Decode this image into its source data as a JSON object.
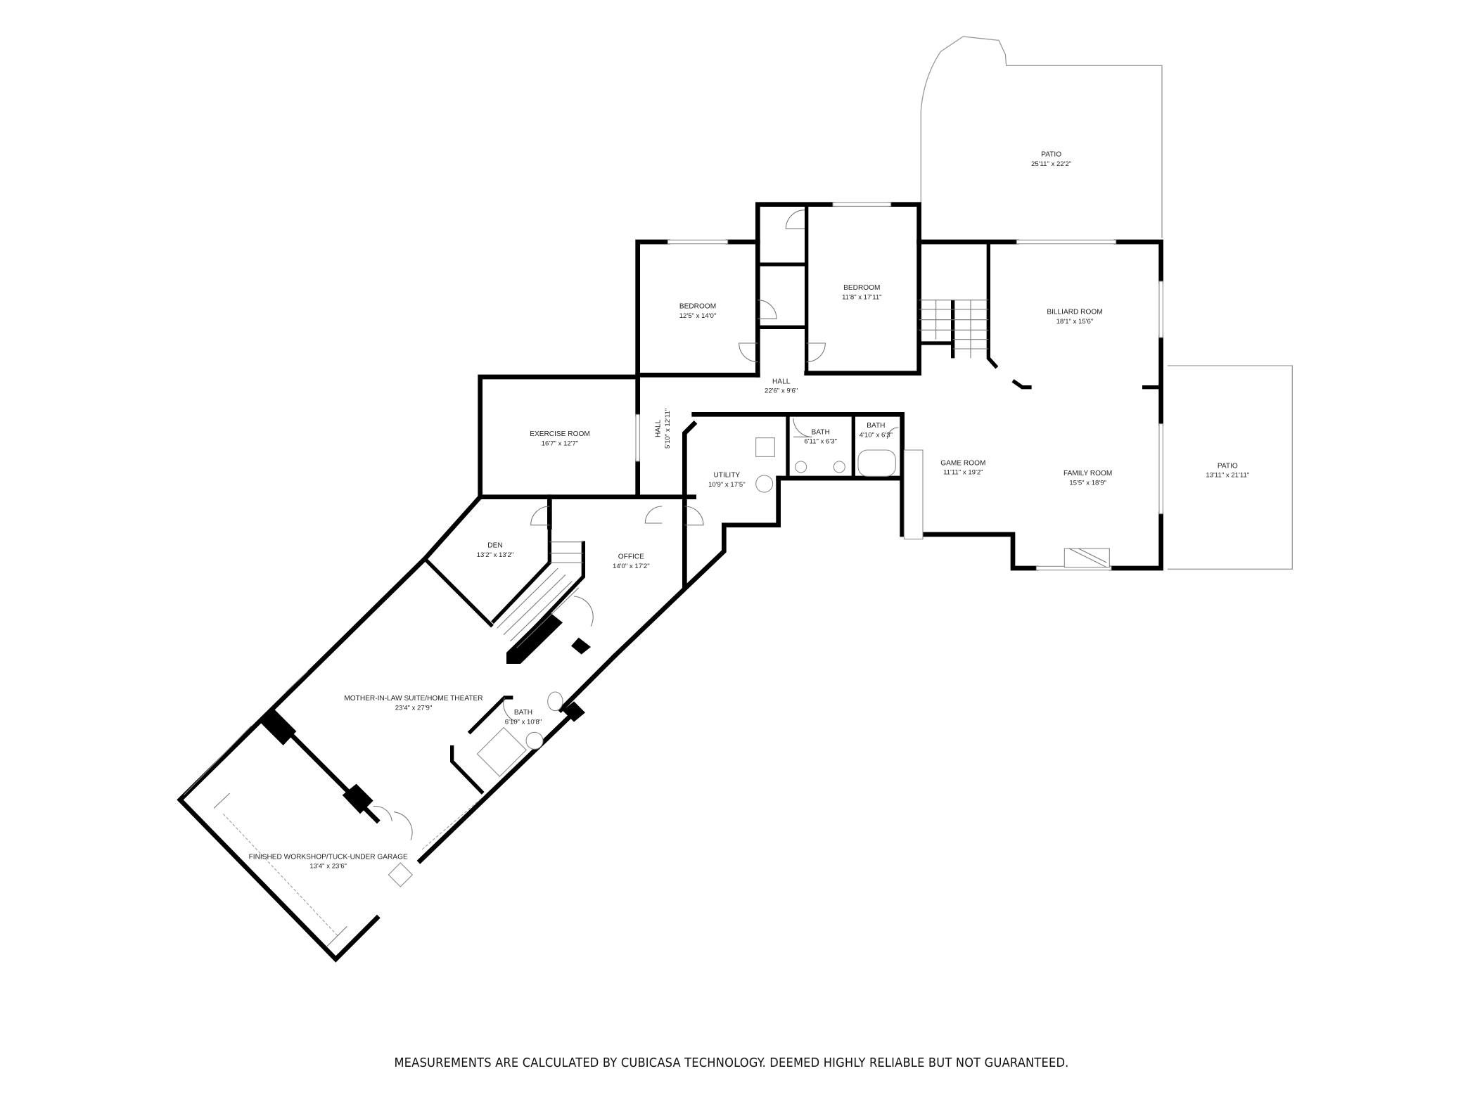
{
  "floorplan": {
    "rooms": [
      {
        "id": "patio_top",
        "name": "PATIO",
        "dims": "25'11\" x 22'2\""
      },
      {
        "id": "bedroom_left",
        "name": "BEDROOM",
        "dims": "12'5\" x 14'0\""
      },
      {
        "id": "bedroom_right",
        "name": "BEDROOM",
        "dims": "11'8\" x 17'11\""
      },
      {
        "id": "billiard",
        "name": "BILLIARD ROOM",
        "dims": "18'1\" x 15'6\""
      },
      {
        "id": "hall_main",
        "name": "HALL",
        "dims": "22'6\" x 9'6\""
      },
      {
        "id": "exercise",
        "name": "EXERCISE ROOM",
        "dims": "16'7\" x 12'7\""
      },
      {
        "id": "hall_vertical",
        "name": "HALL",
        "dims": "5'10\" x 12'11\""
      },
      {
        "id": "utility",
        "name": "UTILITY",
        "dims": "10'9\" x 17'5\""
      },
      {
        "id": "bath_1",
        "name": "BATH",
        "dims": "6'11\" x 6'3\""
      },
      {
        "id": "bath_2",
        "name": "BATH",
        "dims": "4'10\" x 6'3\""
      },
      {
        "id": "game_room",
        "name": "GAME ROOM",
        "dims": "11'11\" x 19'2\""
      },
      {
        "id": "family_room",
        "name": "FAMILY ROOM",
        "dims": "15'5\" x 18'9\""
      },
      {
        "id": "patio_right",
        "name": "PATIO",
        "dims": "13'11\" x 21'11\""
      },
      {
        "id": "den",
        "name": "DEN",
        "dims": "13'2\" x 13'2\""
      },
      {
        "id": "office",
        "name": "OFFICE",
        "dims": "14'0\" x 17'2\""
      },
      {
        "id": "mil_suite",
        "name": "MOTHER-IN-LAW SUITE/HOME THEATER",
        "dims": "23'4\" x 27'9\""
      },
      {
        "id": "bath_3",
        "name": "BATH",
        "dims": "6'10\" x 10'8\""
      },
      {
        "id": "workshop",
        "name": "FINISHED WORKSHOP/TUCK-UNDER GARAGE",
        "dims": "13'4\" x 23'6\""
      }
    ],
    "colors": {
      "wall": "#000000",
      "outline": "#9a9a9a",
      "background": "#ffffff",
      "text": "#222222"
    }
  },
  "footer": {
    "disclaimer": "MEASUREMENTS ARE CALCULATED BY CUBICASA TECHNOLOGY. DEEMED HIGHLY RELIABLE BUT NOT GUARANTEED."
  }
}
